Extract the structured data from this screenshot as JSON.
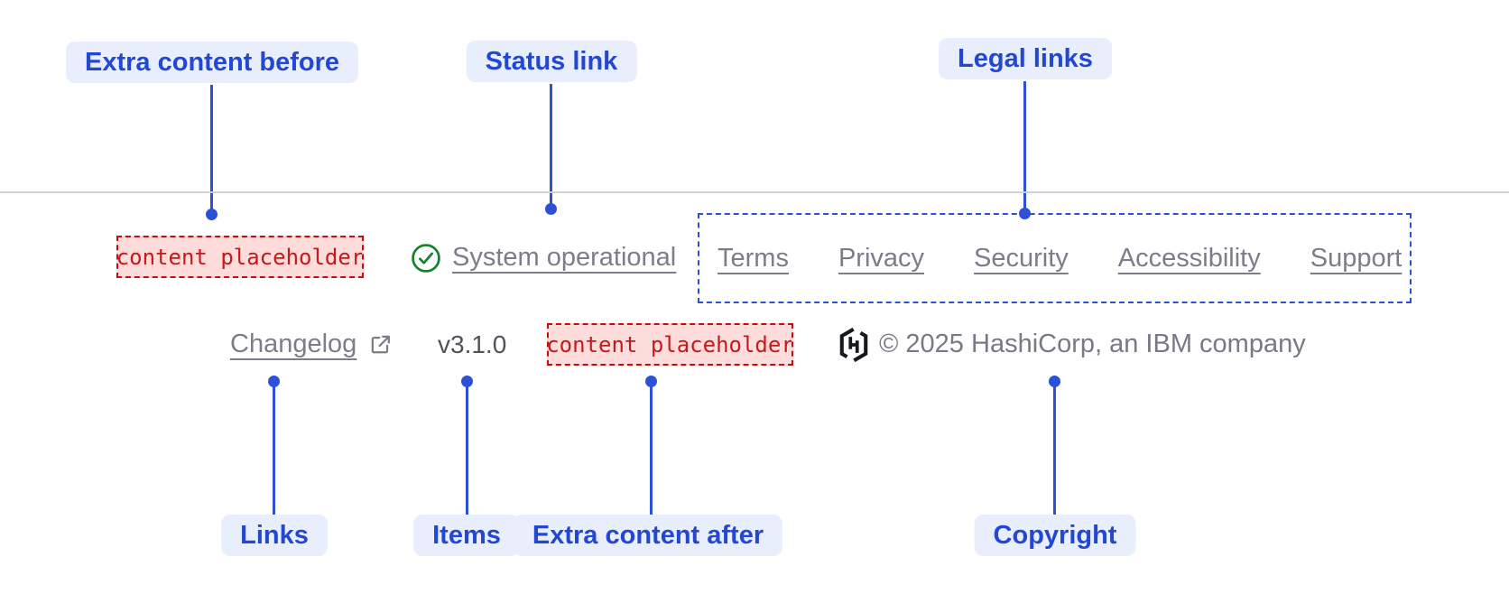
{
  "colors": {
    "accent": "#2347d5",
    "label_bg": "#e9eefc",
    "line_blue": "#2c50d8",
    "faded": "#7f7c8a",
    "version": "#50535a",
    "copyright": "#7a7885",
    "red_text": "#c41a1a",
    "red_border": "#cc0c0c",
    "red_bg": "#ffdcdc",
    "green": "#15822b",
    "divider": "#d3d0d9",
    "logo": "#15181e"
  },
  "annotations": {
    "extra_before": "Extra content before",
    "status_link": "Status link",
    "legal_links": "Legal links",
    "links": "Links",
    "items": "Items",
    "extra_after": "Extra content after",
    "copyright": "Copyright"
  },
  "footer": {
    "extra_before_placeholder": "content placeholder",
    "status": {
      "label": "System operational",
      "icon": "check-circle-icon"
    },
    "legal_links": [
      "Terms",
      "Privacy",
      "Security",
      "Accessibility",
      "Support"
    ],
    "changelog": {
      "label": "Changelog",
      "icon": "external-link-icon"
    },
    "version": "v3.1.0",
    "extra_after_placeholder": "content placeholder",
    "brand_icon": "hashicorp-logo",
    "copyright": "© 2025 HashiCorp, an IBM company"
  }
}
